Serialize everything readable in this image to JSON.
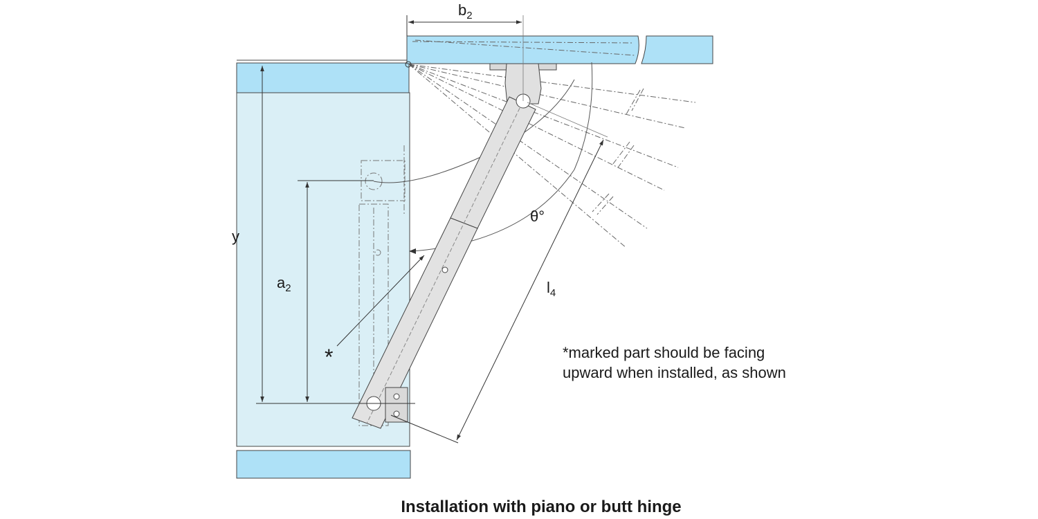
{
  "diagram": {
    "caption": "Installation with piano or butt hinge",
    "note_lines": [
      "*marked part should be facing",
      "upward when installed, as shown"
    ],
    "labels": {
      "b_main": "b",
      "b_sub": "2",
      "a_main": "a",
      "a_sub": "2",
      "l_main": "l",
      "l_sub": "4",
      "y": "y",
      "theta": "θ°",
      "asterisk": "*"
    },
    "colors": {
      "panel_blue": "#aee1f7",
      "cabinet_fill": "#daeff6",
      "strut_fill": "#e2e2e2",
      "line": "#333333"
    }
  }
}
